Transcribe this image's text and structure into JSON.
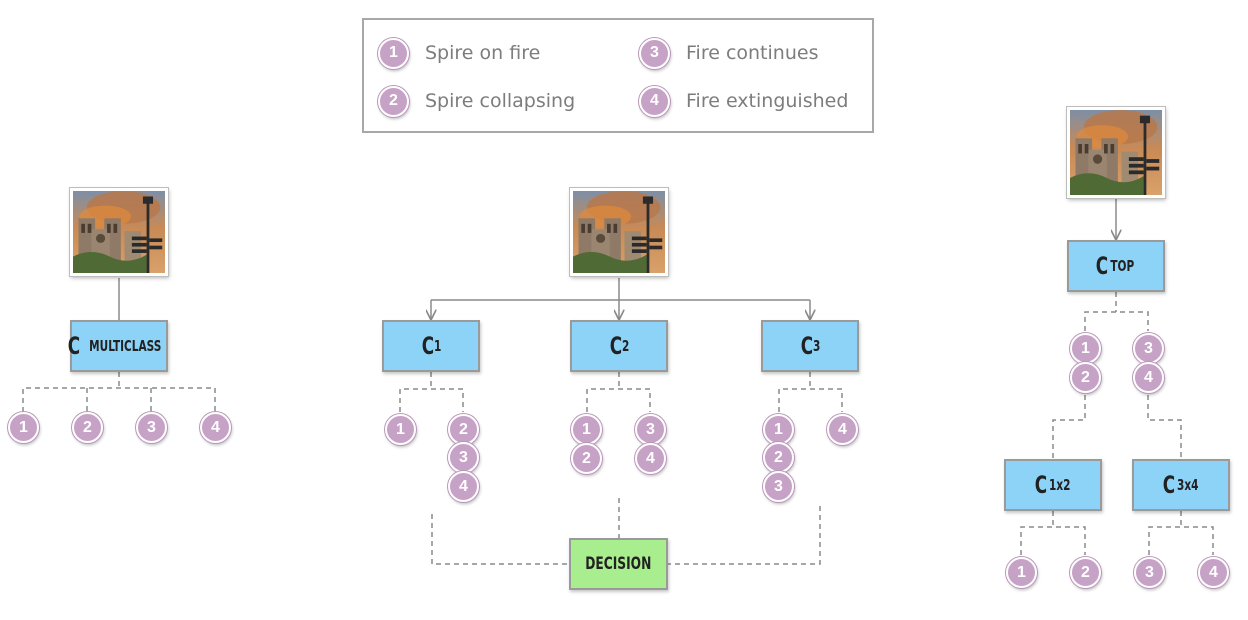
{
  "legend": {
    "items": [
      {
        "id": "1",
        "label": "Spire on fire"
      },
      {
        "id": "2",
        "label": "Spire collapsing"
      },
      {
        "id": "3",
        "label": "Fire continues"
      },
      {
        "id": "4",
        "label": "Fire extinguished"
      }
    ]
  },
  "nodes": {
    "c_multiclass": {
      "main": "C",
      "sub": "MULTICLASS"
    },
    "c1": {
      "main": "C",
      "sub": "1"
    },
    "c2": {
      "main": "C",
      "sub": "2"
    },
    "c3": {
      "main": "C",
      "sub": "3"
    },
    "decision": {
      "main": "DECISION"
    },
    "c_top": {
      "main": "C",
      "sub": "TOP"
    },
    "c_1x2": {
      "main": "C",
      "sub": "1x2"
    },
    "c_3x4": {
      "main": "C",
      "sub": "3x4"
    }
  },
  "class_labels": [
    "1",
    "2",
    "3",
    "4"
  ],
  "colors": {
    "circle_fill": "#c7a2c7",
    "classifier_fill": "#8cd3f7",
    "decision_fill": "#a9ee8e",
    "connector": "#8a8a8a",
    "legend_text": "#7d7d7d"
  },
  "icons": {
    "input_image": "cathedral-fire-photo-icon"
  }
}
